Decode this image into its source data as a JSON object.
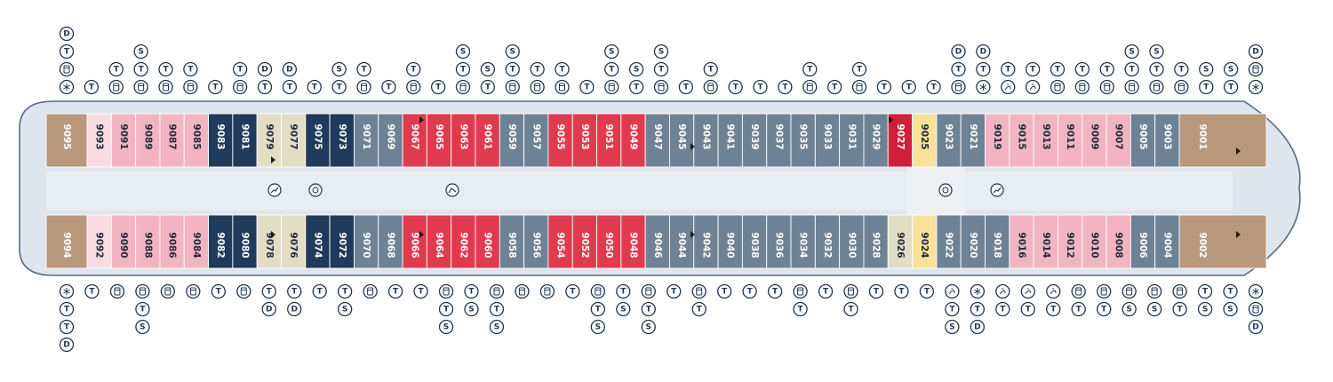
{
  "colors": {
    "hull_fill": "#dfe5ec",
    "hull_stroke": "#5a6a80",
    "corridor": "#e8edf2",
    "navy": "#1f3a5a",
    "slate": "#6e8296",
    "red": "#e03a4f",
    "red_dark": "#cf1f3a",
    "pink": "#f2b4c2",
    "blush": "#f9dce2",
    "beige": "#e2ddc5",
    "yellow": "#f8e29a",
    "tan": "#b8997e",
    "icon_stroke": "#1f3450"
  },
  "cabins_top": [
    {
      "num": "9095",
      "color": "tan"
    },
    {
      "num": "9093",
      "color": "blush"
    },
    {
      "num": "9091",
      "color": "pink"
    },
    {
      "num": "9089",
      "color": "pink"
    },
    {
      "num": "9087",
      "color": "pink"
    },
    {
      "num": "9085",
      "color": "pink"
    },
    {
      "num": "9083",
      "color": "navy"
    },
    {
      "num": "9081",
      "color": "navy"
    },
    {
      "num": "9079",
      "color": "beige"
    },
    {
      "num": "9077",
      "color": "beige"
    },
    {
      "num": "9075",
      "color": "navy"
    },
    {
      "num": "9073",
      "color": "navy"
    },
    {
      "num": "9071",
      "color": "slate"
    },
    {
      "num": "9069",
      "color": "slate"
    },
    {
      "num": "9067",
      "color": "red"
    },
    {
      "num": "9065",
      "color": "red"
    },
    {
      "num": "9063",
      "color": "red"
    },
    {
      "num": "9061",
      "color": "red"
    },
    {
      "num": "9059",
      "color": "slate"
    },
    {
      "num": "9057",
      "color": "slate"
    },
    {
      "num": "9055",
      "color": "red"
    },
    {
      "num": "9053",
      "color": "red"
    },
    {
      "num": "9051",
      "color": "red"
    },
    {
      "num": "9049",
      "color": "red"
    },
    {
      "num": "9047",
      "color": "slate"
    },
    {
      "num": "9045",
      "color": "slate"
    },
    {
      "num": "9043",
      "color": "slate"
    },
    {
      "num": "9041",
      "color": "slate"
    },
    {
      "num": "9039",
      "color": "slate"
    },
    {
      "num": "9037",
      "color": "slate"
    },
    {
      "num": "9035",
      "color": "slate"
    },
    {
      "num": "9033",
      "color": "slate"
    },
    {
      "num": "9031",
      "color": "slate"
    },
    {
      "num": "9029",
      "color": "slate"
    },
    {
      "num": "9027",
      "color": "red_dark"
    },
    {
      "num": "9025",
      "color": "yellow"
    },
    {
      "num": "9023",
      "color": "slate"
    },
    {
      "num": "9021",
      "color": "slate"
    },
    {
      "num": "9019",
      "color": "pink"
    },
    {
      "num": "9015",
      "color": "pink"
    },
    {
      "num": "9013",
      "color": "pink"
    },
    {
      "num": "9011",
      "color": "pink"
    },
    {
      "num": "9009",
      "color": "pink"
    },
    {
      "num": "9007",
      "color": "pink"
    },
    {
      "num": "9005",
      "color": "slate"
    },
    {
      "num": "9003",
      "color": "slate"
    },
    {
      "num": "9001",
      "color": "tan"
    }
  ],
  "cabins_bottom": [
    {
      "num": "9094",
      "color": "tan"
    },
    {
      "num": "9092",
      "color": "blush"
    },
    {
      "num": "9090",
      "color": "pink"
    },
    {
      "num": "9088",
      "color": "pink"
    },
    {
      "num": "9086",
      "color": "pink"
    },
    {
      "num": "9084",
      "color": "pink"
    },
    {
      "num": "9082",
      "color": "navy"
    },
    {
      "num": "9080",
      "color": "navy"
    },
    {
      "num": "9078",
      "color": "beige"
    },
    {
      "num": "9076",
      "color": "beige"
    },
    {
      "num": "9074",
      "color": "navy"
    },
    {
      "num": "9072",
      "color": "navy"
    },
    {
      "num": "9070",
      "color": "slate"
    },
    {
      "num": "9068",
      "color": "slate"
    },
    {
      "num": "9066",
      "color": "red"
    },
    {
      "num": "9064",
      "color": "red"
    },
    {
      "num": "9062",
      "color": "red"
    },
    {
      "num": "9060",
      "color": "red"
    },
    {
      "num": "9058",
      "color": "slate"
    },
    {
      "num": "9056",
      "color": "slate"
    },
    {
      "num": "9054",
      "color": "red"
    },
    {
      "num": "9052",
      "color": "red"
    },
    {
      "num": "9050",
      "color": "red"
    },
    {
      "num": "9048",
      "color": "red"
    },
    {
      "num": "9046",
      "color": "slate"
    },
    {
      "num": "9044",
      "color": "slate"
    },
    {
      "num": "9042",
      "color": "slate"
    },
    {
      "num": "9040",
      "color": "slate"
    },
    {
      "num": "9038",
      "color": "slate"
    },
    {
      "num": "9036",
      "color": "slate"
    },
    {
      "num": "9034",
      "color": "slate"
    },
    {
      "num": "9032",
      "color": "slate"
    },
    {
      "num": "9030",
      "color": "slate"
    },
    {
      "num": "9028",
      "color": "slate"
    },
    {
      "num": "9026",
      "color": "beige"
    },
    {
      "num": "9024",
      "color": "yellow"
    },
    {
      "num": "9022",
      "color": "slate"
    },
    {
      "num": "9020",
      "color": "slate"
    },
    {
      "num": "9018",
      "color": "slate"
    },
    {
      "num": "9016",
      "color": "pink"
    },
    {
      "num": "9014",
      "color": "pink"
    },
    {
      "num": "9012",
      "color": "pink"
    },
    {
      "num": "9010",
      "color": "pink"
    },
    {
      "num": "9008",
      "color": "pink"
    },
    {
      "num": "9006",
      "color": "slate"
    },
    {
      "num": "9004",
      "color": "slate"
    },
    {
      "num": "9002",
      "color": "tan"
    }
  ],
  "icon_legend": {
    "D": "D",
    "T": "T",
    "S": "S"
  },
  "icons_top": [
    [
      "D",
      "T",
      "bed",
      "swirl"
    ],
    [
      "T"
    ],
    [
      "T",
      "bed"
    ],
    [
      "S",
      "T",
      "bed"
    ],
    [
      "T",
      "bed"
    ],
    [
      "T",
      "bed"
    ],
    [
      "T"
    ],
    [
      "T",
      "bed"
    ],
    [
      "D",
      "T"
    ],
    [
      "D",
      "T"
    ],
    [
      "T"
    ],
    [
      "S",
      "T"
    ],
    [
      "T",
      "bed"
    ],
    [
      "T"
    ],
    [
      "T",
      "bed"
    ],
    [
      "T"
    ],
    [
      "S",
      "T",
      "bed"
    ],
    [
      "S",
      "T"
    ],
    [
      "S",
      "T",
      "bed"
    ],
    [
      "T",
      "bed"
    ],
    [
      "T",
      "bed"
    ],
    [
      "T"
    ],
    [
      "S",
      "T",
      "bed"
    ],
    [
      "S",
      "T"
    ],
    [
      "S",
      "T",
      "bed"
    ],
    [
      "T"
    ],
    [
      "T",
      "bed"
    ],
    [
      "T"
    ],
    [
      "T"
    ],
    [
      "T"
    ],
    [
      "T",
      "bed"
    ],
    [
      "T"
    ],
    [
      "T",
      "bed"
    ],
    [
      "T"
    ],
    [
      "T"
    ],
    [
      "T"
    ],
    [
      "D",
      "T",
      "bed"
    ],
    [
      "D",
      "T",
      "swirl"
    ],
    [
      "T",
      "access"
    ],
    [
      "T",
      "access"
    ],
    [
      "T",
      "bed"
    ],
    [
      "T",
      "bed"
    ],
    [
      "T",
      "bed"
    ],
    [
      "S",
      "T",
      "bed"
    ],
    [
      "S",
      "T",
      "bed"
    ],
    [
      "T",
      "bed"
    ],
    [
      "S",
      "T"
    ],
    [
      "S",
      "T"
    ],
    [
      "D",
      "bed",
      "swirl"
    ]
  ],
  "icons_bottom": [
    [
      "swirl",
      "T",
      "T",
      "D"
    ],
    [
      "T"
    ],
    [
      "bed"
    ],
    [
      "bed",
      "T",
      "S"
    ],
    [
      "bed"
    ],
    [
      "bed"
    ],
    [
      "T"
    ],
    [
      "bed"
    ],
    [
      "T",
      "D"
    ],
    [
      "T",
      "D"
    ],
    [
      "T"
    ],
    [
      "T",
      "S"
    ],
    [
      "bed"
    ],
    [
      "T"
    ],
    [
      "T"
    ],
    [
      "bed",
      "T",
      "S"
    ],
    [
      "T",
      "S"
    ],
    [
      "bed",
      "T",
      "S"
    ],
    [
      "bed"
    ],
    [
      "bed"
    ],
    [
      "T"
    ],
    [
      "bed",
      "T",
      "S"
    ],
    [
      "T",
      "S"
    ],
    [
      "bed",
      "T",
      "S"
    ],
    [
      "T"
    ],
    [
      "bed",
      "T"
    ],
    [
      "T"
    ],
    [
      "T"
    ],
    [
      "T"
    ],
    [
      "bed",
      "T"
    ],
    [
      "T"
    ],
    [
      "bed",
      "T"
    ],
    [
      "T"
    ],
    [
      "T"
    ],
    [
      "T"
    ],
    [
      "access",
      "T",
      "S"
    ],
    [
      "swirl",
      "T",
      "D"
    ],
    [
      "access",
      "T"
    ],
    [
      "access",
      "T"
    ],
    [
      "access",
      "T"
    ],
    [
      "bed",
      "T"
    ],
    [
      "bed",
      "T"
    ],
    [
      "bed",
      "S"
    ],
    [
      "bed",
      "S"
    ],
    [
      "bed",
      "T"
    ],
    [
      "T",
      "S"
    ],
    [
      "T",
      "S"
    ],
    [
      "swirl",
      "bed",
      "D"
    ]
  ]
}
